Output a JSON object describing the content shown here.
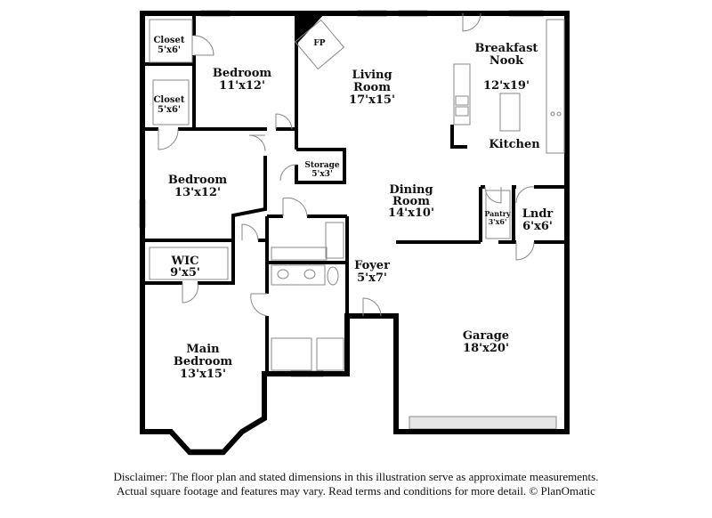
{
  "rooms": {
    "closet1": {
      "name": "Closet",
      "dim": "5'x6'"
    },
    "bedroom1": {
      "name": "Bedroom",
      "dim": "11'x12'"
    },
    "closet2": {
      "name": "Closet",
      "dim": "5'x6'"
    },
    "bedroom2": {
      "name": "Bedroom",
      "dim": "13'x12'"
    },
    "storage": {
      "name": "Storage",
      "dim": "5'x3'"
    },
    "fireplace": {
      "name": "FP"
    },
    "living": {
      "name1": "Living",
      "name2": "Room",
      "dim": "17'x15'"
    },
    "breakfast": {
      "name1": "Breakfast",
      "name2": "Nook",
      "dim": "12'x19'"
    },
    "kitchen": {
      "name": "Kitchen"
    },
    "dining": {
      "name1": "Dining",
      "name2": "Room",
      "dim": "14'x10'"
    },
    "pantry": {
      "name": "Pantry",
      "dim": "3'x6'"
    },
    "laundry": {
      "name": "Lndr",
      "dim": "6'x6'"
    },
    "wic": {
      "name": "WIC",
      "dim": "9'x5'"
    },
    "foyer": {
      "name": "Foyer",
      "dim": "5'x7'"
    },
    "garage": {
      "name": "Garage",
      "dim": "18'x20'"
    },
    "main": {
      "name1": "Main",
      "name2": "Bedroom",
      "dim": "13'x15'"
    }
  },
  "disclaimer": {
    "line1": "Disclaimer: The floor plan and stated dimensions in this illustration serve as approximate measurements.",
    "line2": "Actual square footage and features may vary. Read terms and conditions for more detail. © PlanOmatic"
  }
}
